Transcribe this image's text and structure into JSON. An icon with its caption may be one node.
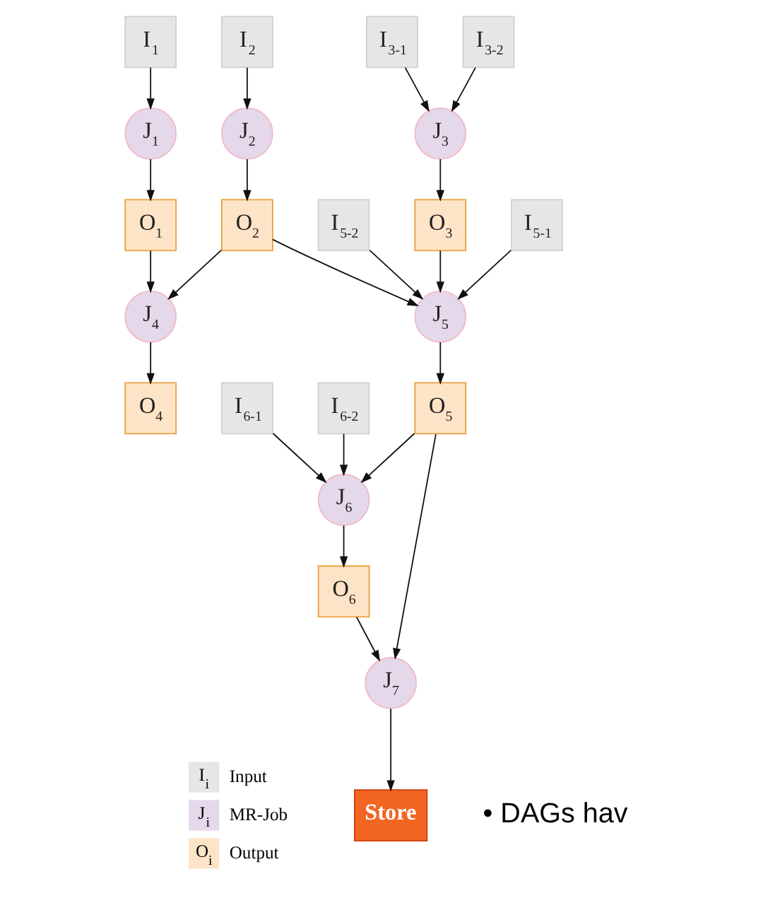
{
  "diagram": {
    "nodes": [
      {
        "text": [
          "I$_{1}$"
        ]
      },
      {
        "text": [
          "J$_{1}$"
        ]
      },
      {
        "text": [
          "O$_{1}$"
        ]
      },
      {
        "text": [
          "I$_{2}$"
        ]
      },
      {
        "text": [
          "J$_{2}$"
        ]
      },
      {
        "text": [
          "O$_{2}$"
        ]
      },
      {
        "text": [
          "I$_{3-1}$"
        ]
      },
      {
        "text": [
          "I$_{3-2}$"
        ]
      },
      {
        "text": [
          "J$_{3}$"
        ]
      },
      {
        "text": [
          "O$_{3}$"
        ]
      },
      {
        "text": [
          "I$_{5-1}$"
        ]
      },
      {
        "text": [
          "J$_{4}$"
        ]
      },
      {
        "text": [
          "J$_{5}$"
        ]
      },
      {
        "text": [
          "I$_{5-2}$"
        ]
      },
      {
        "text": [
          "O$_{4}$"
        ]
      },
      {
        "text": [
          "I$_{6-1}$"
        ]
      },
      {
        "text": [
          "I$_{6-2}$"
        ]
      },
      {
        "text": [
          "O$_{5}$"
        ]
      },
      {
        "text": [
          "J$_{6}$"
        ]
      },
      {
        "text": [
          "O$_{6}$"
        ]
      },
      {
        "text": [
          "J$_{7}$"
        ]
      },
      {
        "text": [
          "Store"
        ]
      }
    ],
    "edges": [
      {
        "from": 0,
        "to": 1,
        "arrow": "to"
      },
      {
        "from": 1,
        "to": 2,
        "arrow": "to"
      },
      {
        "from": 3,
        "to": 4,
        "arrow": "to"
      },
      {
        "from": 4,
        "to": 5,
        "arrow": "to"
      },
      {
        "from": 6,
        "to": 8,
        "arrow": "to"
      },
      {
        "from": 7,
        "to": 8,
        "arrow": "to"
      },
      {
        "from": 8,
        "to": 9,
        "arrow": "to"
      },
      {
        "from": 2,
        "to": 11,
        "arrow": "to"
      },
      {
        "from": 5,
        "to": 11,
        "arrow": "to"
      },
      {
        "from": 5,
        "to": 12,
        "arrow": "to"
      },
      {
        "from": 10,
        "to": 12,
        "arrow": "to"
      },
      {
        "from": 9,
        "to": 12,
        "arrow": "to"
      },
      {
        "from": 13,
        "to": 12,
        "arrow": "to"
      },
      {
        "from": 11,
        "to": 14,
        "arrow": "to"
      },
      {
        "from": 12,
        "to": 17,
        "arrow": "to"
      },
      {
        "from": 15,
        "to": 18,
        "arrow": "to"
      },
      {
        "from": 16,
        "to": 18,
        "arrow": "to"
      },
      {
        "from": 17,
        "to": 18,
        "arrow": "to"
      },
      {
        "from": 17,
        "to": 20,
        "arrow": "to"
      },
      {
        "from": 18,
        "to": 19,
        "arrow": "to"
      },
      {
        "from": 19,
        "to": 20,
        "arrow": "to"
      },
      {
        "from": 20,
        "to": 21,
        "arrow": "to"
      }
    ],
    "labels": [
      "I$_{i}$",
      "J$_{i}$",
      "O$_{i}$",
      "• DAGs hav"
    ],
    "legend": [
      {
        "text": "Input",
        "color": "#e6e6e6"
      },
      {
        "text": "MR-Job",
        "color": "#e4d8ea"
      },
      {
        "text": "Output",
        "color": "#fde4c6"
      }
    ]
  }
}
